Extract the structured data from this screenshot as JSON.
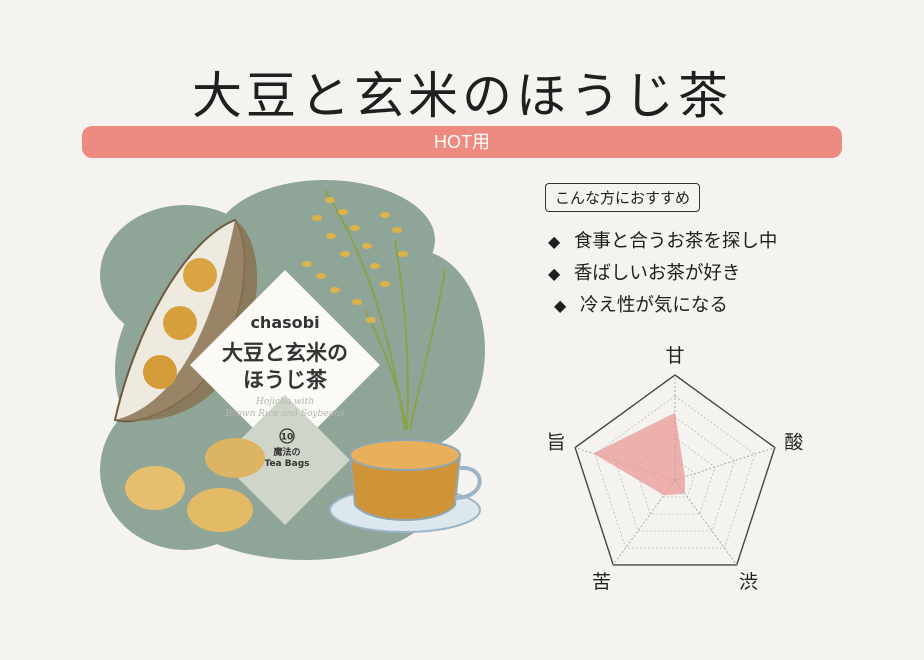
{
  "title": "大豆と玄米のほうじ茶",
  "banner": "HOT用",
  "package": {
    "brand": "chasobi",
    "name_line1": "大豆と玄米の",
    "name_line2": "ほうじ茶",
    "english_line1": "Hojicha with",
    "english_line2": "Brown Rice and Soybeans",
    "count": "10",
    "bag_label_line1": "魔法の",
    "bag_label_line2": "Tea Bags"
  },
  "recommend": {
    "label": "こんな方におすすめ",
    "bullet": "◆",
    "items": [
      "食事と合うお茶を探し中",
      "香ばしいお茶が好き",
      "冷え性が気になる"
    ]
  },
  "chart_data": {
    "type": "radar",
    "axes": [
      "甘",
      "酸",
      "渋",
      "苦",
      "旨"
    ],
    "max": 5,
    "values": [
      3.2,
      0.5,
      0.8,
      0.9,
      4.1
    ],
    "fill_color": "#e89a98"
  },
  "colors": {
    "background": "#f5f3ef",
    "banner": "#ed8b80",
    "blob": "#8fa598"
  }
}
